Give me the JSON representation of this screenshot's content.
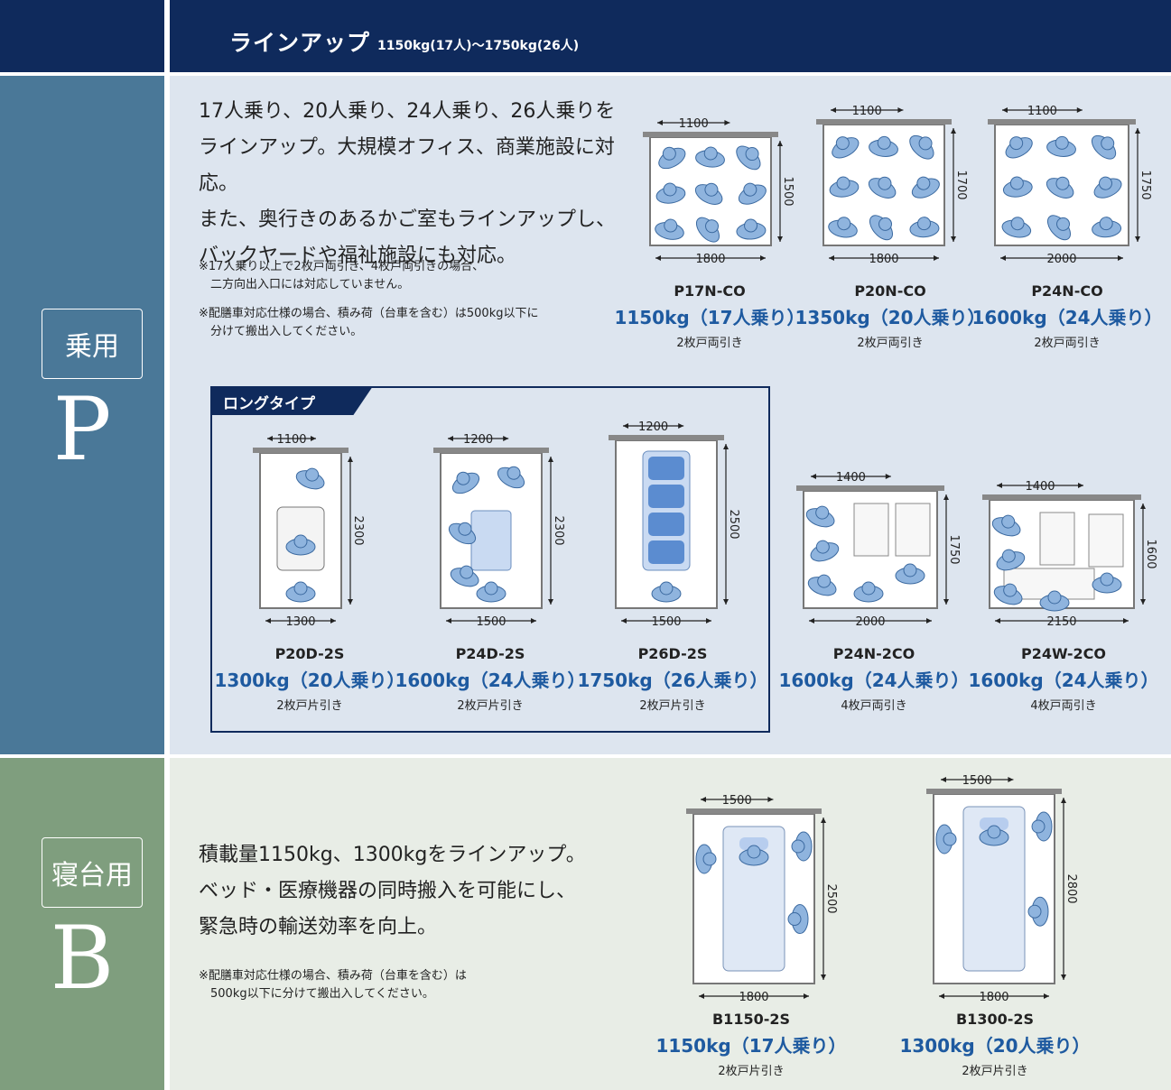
{
  "header": {
    "title": "ラインアップ",
    "subtitle": "1150kg(17人)〜1750kg(26人)"
  },
  "categories": [
    {
      "label": "乗用",
      "letter": "P"
    },
    {
      "label": "寝台用",
      "letter": "B"
    }
  ],
  "passenger": {
    "intro": "17人乗り、20人乗り、24人乗り、26人乗りを\nラインアップ。大規模オフィス、商業施設に対応。\nまた、奥行きのあるかご室もラインアップし、\nバックヤードや福祉施設にも対応。",
    "note1": "※17人乗り以上で2枚戸両引き、4枚戸両引きの場合、\n　二方向出入口には対応していません。",
    "note2": "※配膳車対応仕様の場合、積み荷（台車を含む）は500kg以下に\n　分けて搬出入してください。",
    "long_type_label": "ロングタイプ",
    "models": [
      {
        "name": "P17N-CO",
        "capacity": "1150kg（17人乗り）",
        "door": "2枚戸両引き",
        "door_width": "1100",
        "width": "1800",
        "depth": "1500"
      },
      {
        "name": "P20N-CO",
        "capacity": "1350kg（20人乗り）",
        "door": "2枚戸両引き",
        "door_width": "1100",
        "width": "1800",
        "depth": "1700"
      },
      {
        "name": "P24N-CO",
        "capacity": "1600kg（24人乗り）",
        "door": "2枚戸両引き",
        "door_width": "1100",
        "width": "2000",
        "depth": "1750"
      },
      {
        "name": "P20D-2S",
        "capacity": "1300kg（20人乗り）",
        "door": "2枚戸片引き",
        "door_width": "1100",
        "width": "1300",
        "depth": "2300"
      },
      {
        "name": "P24D-2S",
        "capacity": "1600kg（24人乗り）",
        "door": "2枚戸片引き",
        "door_width": "1200",
        "width": "1500",
        "depth": "2300"
      },
      {
        "name": "P26D-2S",
        "capacity": "1750kg（26人乗り）",
        "door": "2枚戸片引き",
        "door_width": "1200",
        "width": "1500",
        "depth": "2500"
      },
      {
        "name": "P24N-2CO",
        "capacity": "1600kg（24人乗り）",
        "door": "4枚戸両引き",
        "door_width": "1400",
        "width": "2000",
        "depth": "1750"
      },
      {
        "name": "P24W-2CO",
        "capacity": "1600kg（24人乗り）",
        "door": "4枚戸両引き",
        "door_width": "1400",
        "width": "2150",
        "depth": "1600"
      }
    ]
  },
  "bed": {
    "intro": "積載量1150kg、1300kgをラインアップ。\nベッド・医療機器の同時搬入を可能にし、\n緊急時の輸送効率を向上。",
    "note": "※配膳車対応仕様の場合、積み荷（台車を含む）は\n　500kg以下に分けて搬出入してください。",
    "models": [
      {
        "name": "B1150-2S",
        "capacity": "1150kg（17人乗り）",
        "door": "2枚戸片引き",
        "door_width": "1500",
        "width": "1800",
        "depth": "2500"
      },
      {
        "name": "B1300-2S",
        "capacity": "1300kg（20人乗り）",
        "door": "2枚戸片引き",
        "door_width": "1500",
        "width": "1800",
        "depth": "2800"
      }
    ]
  },
  "colors": {
    "navy": "#0f2a5c",
    "passenger_band": "#4a7898",
    "bed_band": "#7f9e7e",
    "capacity_blue": "#1e5aa0",
    "person_blue": "#8fb4de"
  }
}
